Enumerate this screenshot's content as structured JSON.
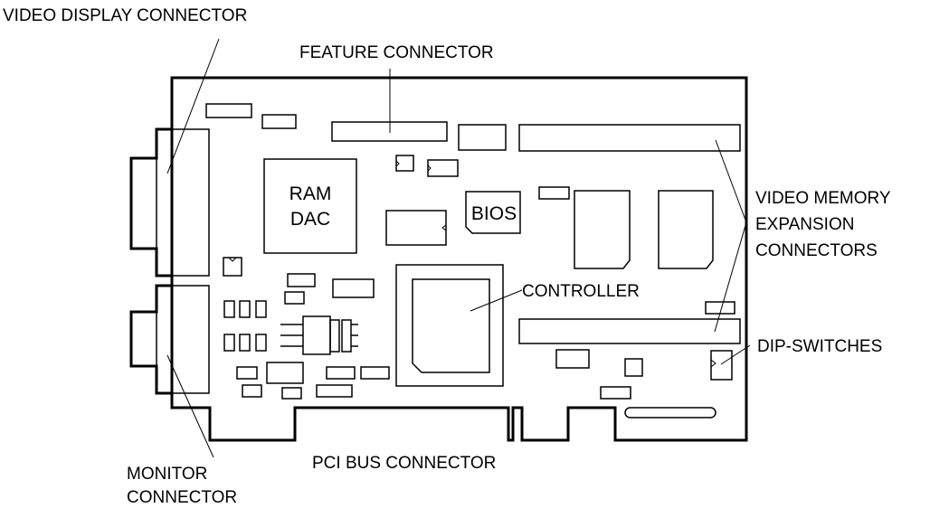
{
  "labels": {
    "video_display_connector": "VIDEO DISPLAY CONNECTOR",
    "feature_connector": "FEATURE CONNECTOR",
    "video_memory": [
      "VIDEO MEMORY",
      "EXPANSION",
      "CONNECTORS"
    ],
    "controller": "CONTROLLER",
    "dip_switches": "DIP-SWITCHES",
    "pci_bus_connector": "PCI BUS CONNECTOR",
    "monitor_connector": [
      "MONITOR",
      "CONNECTOR"
    ]
  },
  "chips": {
    "ramdac": [
      "RAM",
      "DAC"
    ],
    "bios": "BIOS"
  }
}
